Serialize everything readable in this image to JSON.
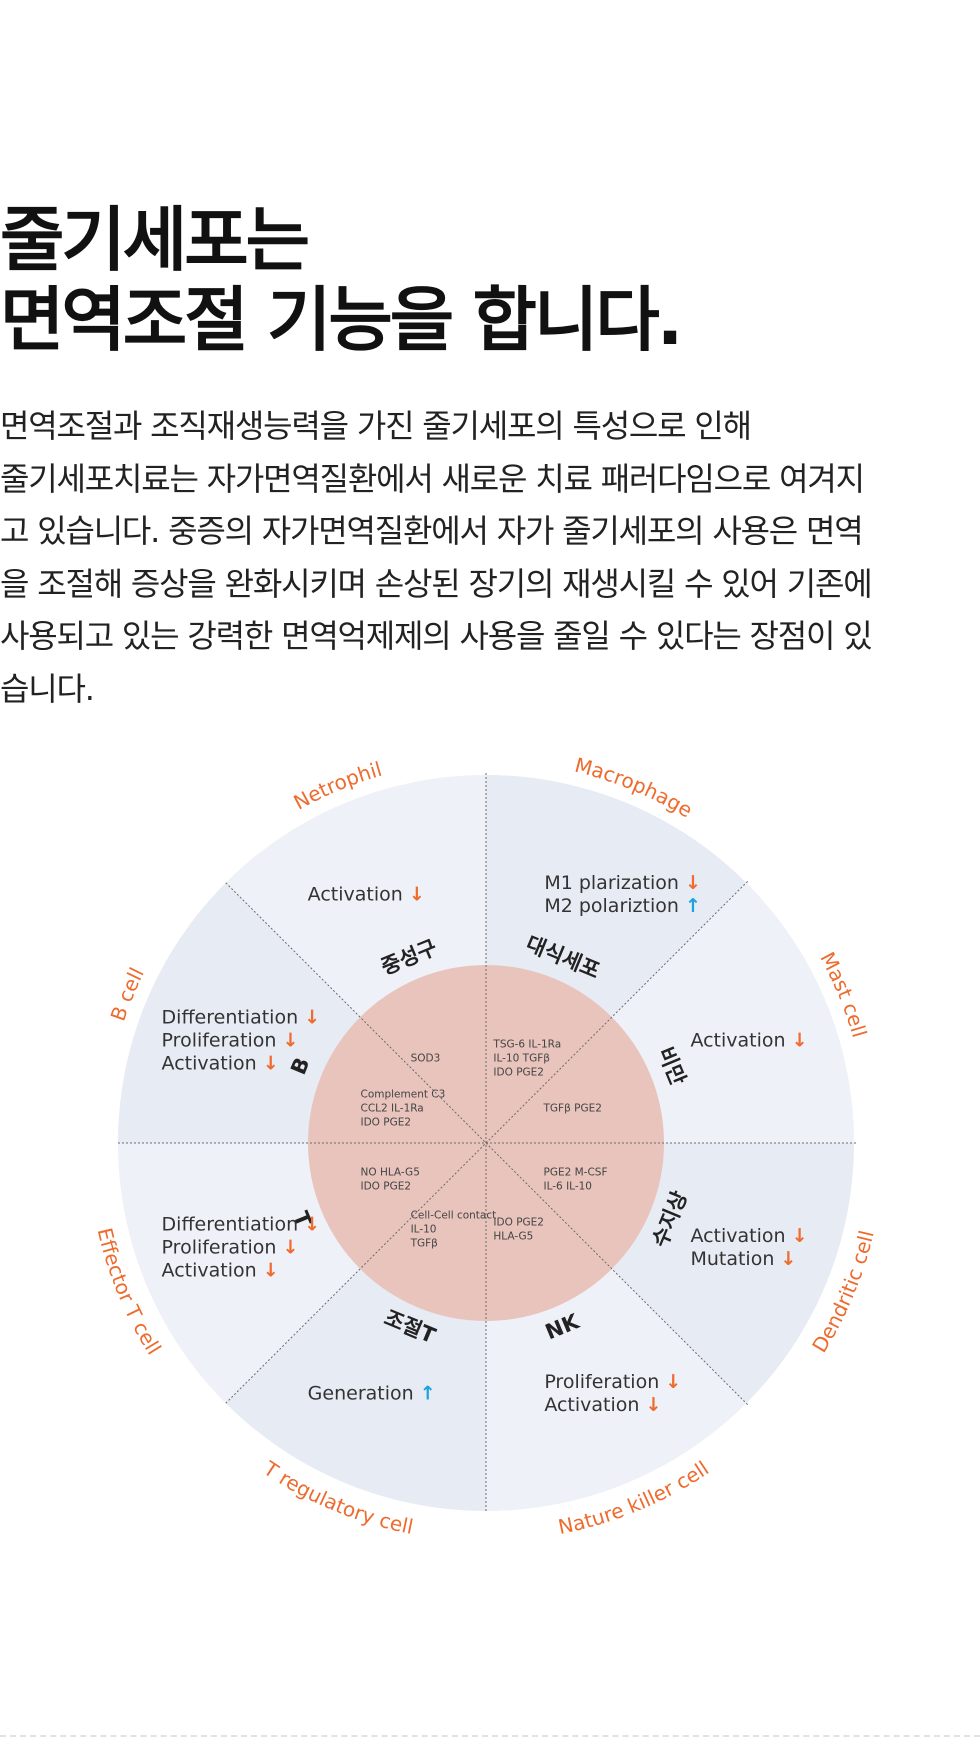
{
  "heading": {
    "line1": "줄기세포는",
    "line2": "면역조절 기능을 합니다."
  },
  "description": [
    "면역조절과 조직재생능력을 가진 줄기세포의 특성으로 인해",
    "줄기세포치료는 자가면역질환에서 새로운 치료 패러다임으로 여겨지",
    "고 있습니다. 중증의 자가면역질환에서 자가 줄기세포의 사용은 면역",
    "을 조절해 증상을 완화시키며 손상된 장기의 재생시킬 수 있어 기존에",
    "사용되고 있는 강력한 면역억제제의 사용을 줄일 수 있다는 장점이 있",
    "습니다."
  ],
  "diagram": {
    "colors": {
      "outer_ring": "#eef1f7",
      "sector_alt": "#e6eaf3",
      "inner_circle": "#e8c4bd",
      "cell_name": "#ee6b2e",
      "arrow_down": "#ef6b2e",
      "arrow_up": "#1ba3e0"
    },
    "arrows": {
      "down": "↓",
      "up": "↑"
    },
    "sectors": [
      {
        "cell": "Macrophage",
        "korean": "대식세포",
        "effects": [
          {
            "text": "M1 plarization",
            "dir": "down"
          },
          {
            "text": "M2 polariztion",
            "dir": "up"
          }
        ],
        "factors": [
          "TSG-6 IL-1Ra",
          "IL-10 TGFβ",
          "IDO PGE2"
        ]
      },
      {
        "cell": "Mast cell",
        "korean": "비만",
        "effects": [
          {
            "text": "Activation",
            "dir": "down"
          }
        ],
        "factors": [
          "TGFβ PGE2"
        ]
      },
      {
        "cell": "Dendritic cell",
        "korean": "수지상",
        "effects": [
          {
            "text": "Activation",
            "dir": "down"
          },
          {
            "text": "Mutation",
            "dir": "down"
          }
        ],
        "factors": [
          "PGE2 M-CSF",
          "IL-6 IL-10"
        ]
      },
      {
        "cell": "Nature killer cell",
        "korean": "NK",
        "effects": [
          {
            "text": "Proliferation",
            "dir": "down"
          },
          {
            "text": "Activation",
            "dir": "down"
          }
        ],
        "factors": [
          "IDO PGE2",
          "HLA-G5"
        ]
      },
      {
        "cell": "T regulatory cell",
        "korean": "조절T",
        "effects": [
          {
            "text": "Generation",
            "dir": "up"
          }
        ],
        "factors": [
          "Cell-Cell contact",
          "IL-10",
          "TGFβ"
        ]
      },
      {
        "cell": "Effector T cell",
        "korean": "T",
        "effects": [
          {
            "text": "Differentiation",
            "dir": "down"
          },
          {
            "text": "Proliferation",
            "dir": "down"
          },
          {
            "text": "Activation",
            "dir": "down"
          }
        ],
        "factors": [
          "NO HLA-G5",
          "IDO PGE2"
        ]
      },
      {
        "cell": "B cell",
        "korean": "B",
        "effects": [
          {
            "text": "Differentiation",
            "dir": "down"
          },
          {
            "text": "Proliferation",
            "dir": "down"
          },
          {
            "text": "Activation",
            "dir": "down"
          }
        ],
        "factors": [
          "Complement C3",
          "CCL2 IL-1Ra",
          "IDO PGE2"
        ]
      },
      {
        "cell": "Netrophil",
        "korean": "중성구",
        "effects": [
          {
            "text": "Activation",
            "dir": "down"
          }
        ],
        "factors": [
          "SOD3"
        ]
      }
    ]
  }
}
